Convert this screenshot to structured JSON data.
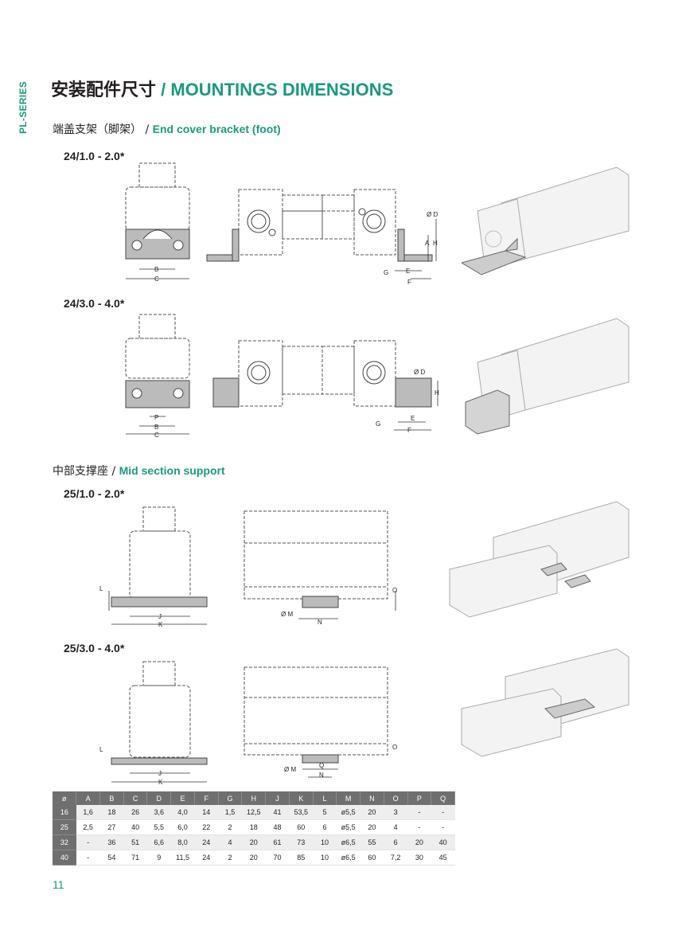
{
  "side_label": "PL-SERIES",
  "header": {
    "title_cn": "安装配件尺寸",
    "title_sep": " / ",
    "title_en": "MOUNTINGS DIMENSIONS"
  },
  "sections": [
    {
      "cn": "端盖支架（脚架）",
      "sep": " / ",
      "en": "End cover bracket (foot)"
    },
    {
      "cn": "中部支撑座",
      "sep": " / ",
      "en": "Mid section support"
    }
  ],
  "variants": [
    "24/1.0 - 2.0*",
    "24/3.0 - 4.0*",
    "25/1.0 - 2.0*",
    "25/3.0 - 4.0*"
  ],
  "dim_labels": {
    "B": "B",
    "C": "C",
    "P": "P",
    "D": "Ø D",
    "A": "A",
    "H": "H",
    "G": "G",
    "E": "E",
    "F": "F",
    "J": "J",
    "K": "K",
    "L": "L",
    "M": "Ø M",
    "N": "N",
    "O": "O",
    "Q": "Q"
  },
  "table": {
    "headers": [
      "ø",
      "A",
      "B",
      "C",
      "D",
      "E",
      "F",
      "G",
      "H",
      "J",
      "K",
      "L",
      "M",
      "N",
      "O",
      "P",
      "Q"
    ],
    "rows": [
      [
        "16",
        "1,6",
        "18",
        "26",
        "3,6",
        "4,0",
        "14",
        "1,5",
        "12,5",
        "41",
        "53,5",
        "5",
        "ø5,5",
        "20",
        "3",
        "-",
        "-"
      ],
      [
        "25",
        "2,5",
        "27",
        "40",
        "5,5",
        "6,0",
        "22",
        "2",
        "18",
        "48",
        "60",
        "6",
        "ø5,5",
        "20",
        "4",
        "-",
        "-"
      ],
      [
        "32",
        "-",
        "36",
        "51",
        "6,6",
        "8,0",
        "24",
        "4",
        "20",
        "61",
        "73",
        "10",
        "ø6,5",
        "55",
        "6",
        "20",
        "40"
      ],
      [
        "40",
        "-",
        "54",
        "71",
        "9",
        "11,5",
        "24",
        "2",
        "20",
        "70",
        "85",
        "10",
        "ø6,5",
        "60",
        "7,2",
        "30",
        "45"
      ]
    ]
  },
  "page_number": "11",
  "colors": {
    "accent": "#1a9a7e",
    "table_header": "#6f6f6f",
    "row_alt": "#eeeeee"
  }
}
